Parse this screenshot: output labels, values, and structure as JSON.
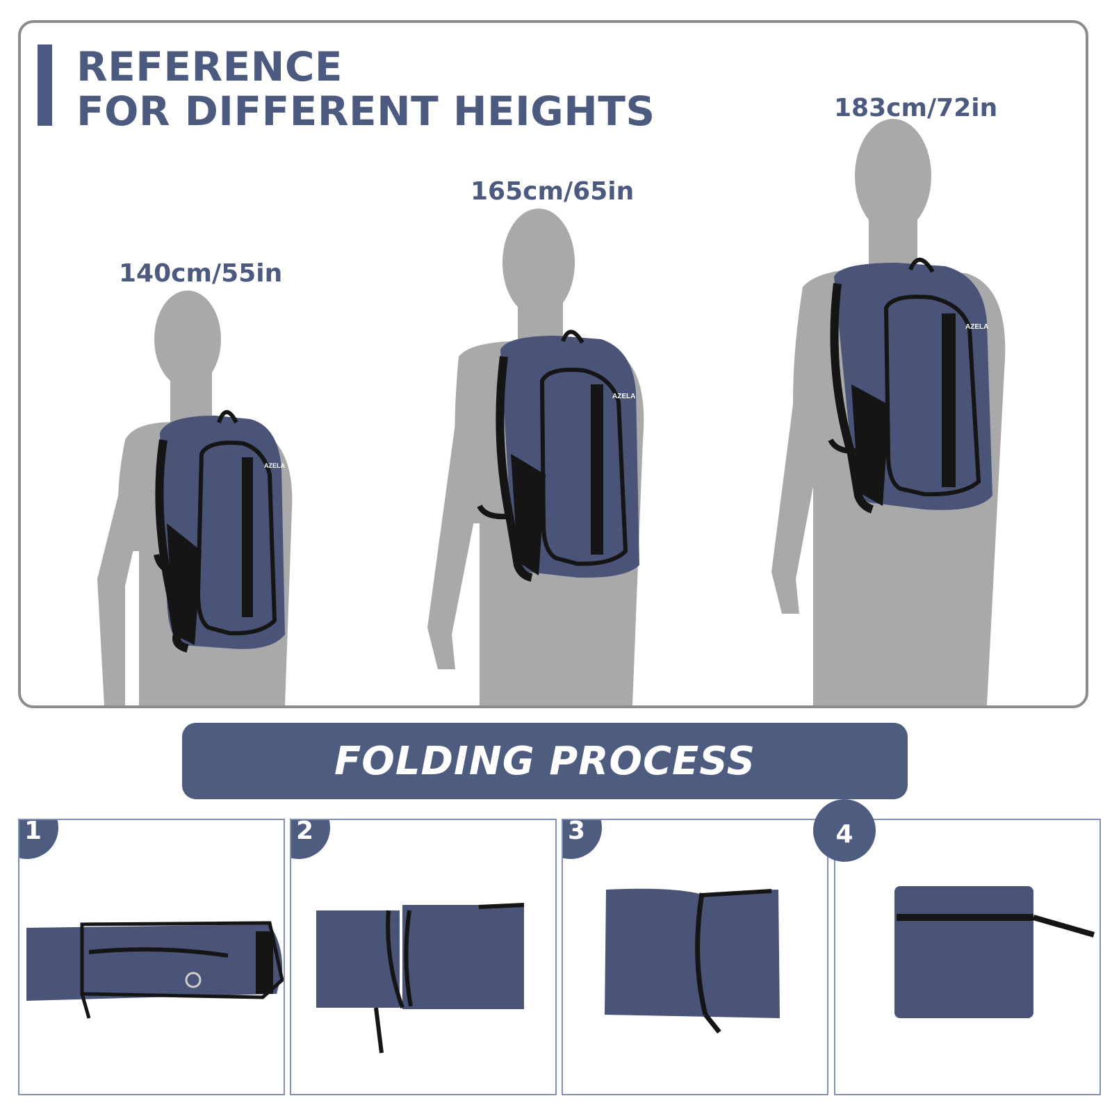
{
  "title": {
    "line1": "REFERENCE",
    "line2": "FOR DIFFERENT HEIGHTS"
  },
  "heights": [
    {
      "label": "140cm/55in"
    },
    {
      "label": "165cm/65in"
    },
    {
      "label": "183cm/72in"
    }
  ],
  "brand_logo": "AZELA",
  "folding": {
    "title": "FOLDING PROCESS",
    "steps": [
      {
        "number": "1"
      },
      {
        "number": "2"
      },
      {
        "number": "3"
      },
      {
        "number": "4"
      }
    ]
  },
  "colors": {
    "accent": "#4c5a7f",
    "silhouette": "#a9a9a9",
    "backpack": "#4a5478",
    "strap": "#151515",
    "panel_border": "#8c8c8c"
  }
}
